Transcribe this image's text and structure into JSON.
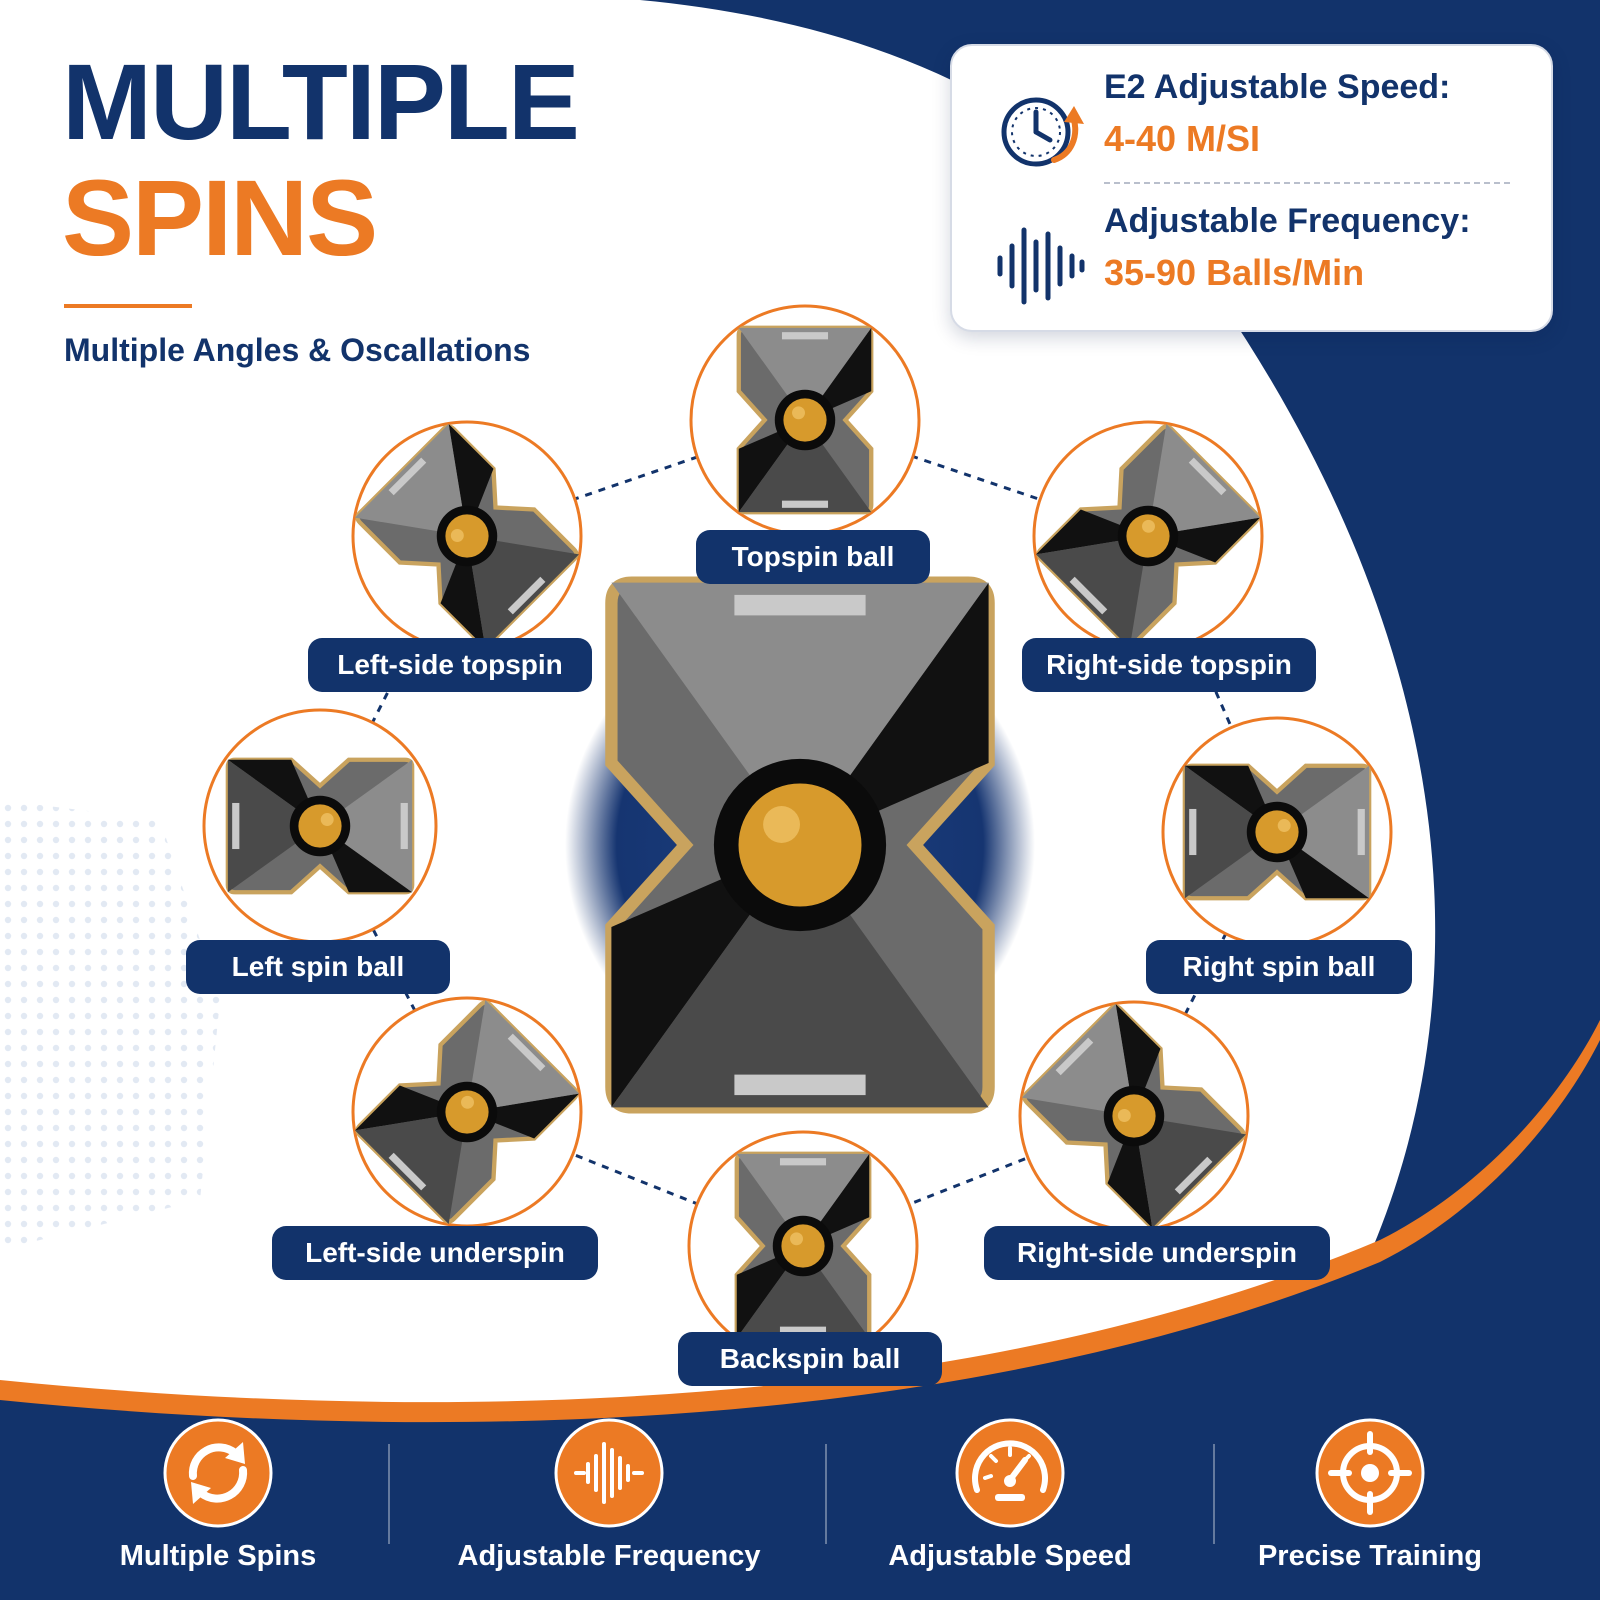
{
  "heading": {
    "line1": "MULTIPLE",
    "line2": "SPINS",
    "subtitle": "Multiple Angles & Oscallations"
  },
  "specs": [
    {
      "label": "E2 Adjustable Speed:",
      "value": "4-40 M/SI",
      "icon": "speed-clock-icon"
    },
    {
      "label": "Adjustable Frequency:",
      "value": "35-90 Balls/Min",
      "icon": "sound-wave-icon"
    }
  ],
  "spin_modes": [
    {
      "label": "Topspin ball"
    },
    {
      "label": "Left-side topspin"
    },
    {
      "label": "Right-side topspin"
    },
    {
      "label": "Left spin ball"
    },
    {
      "label": "Right spin ball"
    },
    {
      "label": "Left-side underspin"
    },
    {
      "label": "Right-side underspin"
    },
    {
      "label": "Backspin ball"
    }
  ],
  "features": [
    {
      "label": "Multiple Spins",
      "icon": "rotate-arrows-icon"
    },
    {
      "label": "Adjustable Frequency",
      "icon": "sound-wave-icon"
    },
    {
      "label": "Adjustable Speed",
      "icon": "speedometer-icon"
    },
    {
      "label": "Precise Training",
      "icon": "target-icon"
    }
  ],
  "colors": {
    "navy": "#12336b",
    "orange": "#ec7a24",
    "gold": "#c9a35e",
    "ball": "#d79a2c"
  }
}
